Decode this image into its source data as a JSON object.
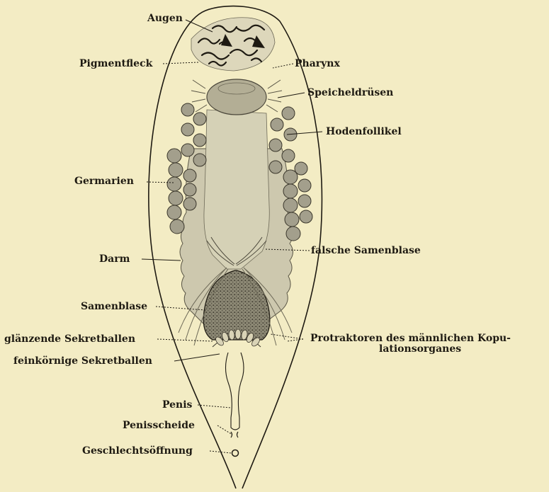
{
  "labels": {
    "augen": "Augen",
    "pigmentfleck": "Pigmentfleck",
    "pharynx": "Pharynx",
    "speicheldruesen": "Speicheldrüsen",
    "hodenfollikel": "Hodenfollikel",
    "germarien": "Germarien",
    "darm": "Darm",
    "falsche_samenblase": "falsche Samenblase",
    "samenblase": "Samenblase",
    "glaenzende_sekretballen": "glänzende Sekretballen",
    "feinkoernige_sekretballen": "feinkörnige Sekretballen",
    "protraktoren_line1": "Protraktoren des männlichen Kopu-",
    "protraktoren_line2": "lationsorganes",
    "penis": "Penis",
    "penisscheide": "Penisscheide",
    "geschlechtsoeffnung": "Geschlechtsöffnung"
  },
  "colors": {
    "paper": "#f3ecc4",
    "ink": "#1e1a12",
    "tissue": "#c7c1a7",
    "follicle": "#a39f8c"
  }
}
